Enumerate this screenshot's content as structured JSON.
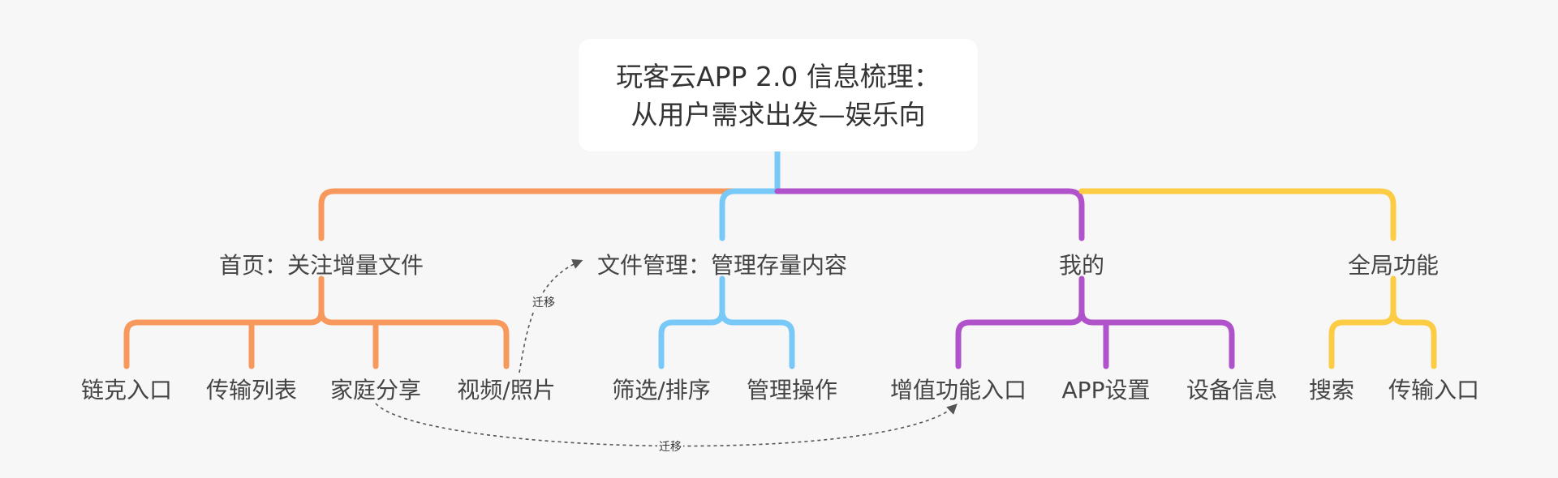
{
  "root": {
    "line1": "玩客云APP 2.0 信息梳理：",
    "line2": "从用户需求出发—娱乐向"
  },
  "branches": [
    {
      "key": "home",
      "label": "首页：关注增量文件",
      "color": "#F7985C",
      "children": [
        "链克入口",
        "传输列表",
        "家庭分享",
        "视频/照片"
      ]
    },
    {
      "key": "files",
      "label": "文件管理：管理存量内容",
      "color": "#78C8F8",
      "children": [
        "筛选/排序",
        "管理操作"
      ]
    },
    {
      "key": "mine",
      "label": "我的",
      "color": "#B052C9",
      "children": [
        "增值功能入口",
        "APP设置",
        "设备信息"
      ]
    },
    {
      "key": "global",
      "label": "全局功能",
      "color": "#FCCC44",
      "children": [
        "搜索",
        "传输入口"
      ]
    }
  ],
  "cross_links": [
    {
      "from": "视频/照片",
      "to": "文件管理：管理存量内容",
      "label": "迁移"
    },
    {
      "from": "家庭分享",
      "to": "增值功能入口",
      "label": "迁移"
    }
  ]
}
